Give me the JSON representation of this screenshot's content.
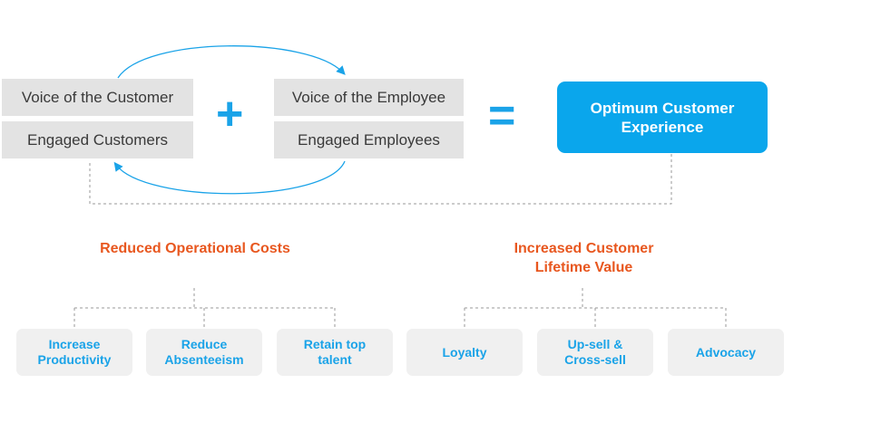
{
  "equation": {
    "left_top": "Voice of the Customer",
    "left_bottom": "Engaged Customers",
    "plus": "+",
    "right_top": "Voice of the Employee",
    "right_bottom": "Engaged Employees",
    "equals": "=",
    "result": "Optimum Customer Experience"
  },
  "outcomes": [
    {
      "heading": "Reduced Operational Costs",
      "items": [
        "Increase Productivity",
        "Reduce Absenteeism",
        "Retain top talent"
      ]
    },
    {
      "heading": "Increased Customer Lifetime Value",
      "items": [
        "Loyalty",
        "Up-sell & Cross-sell",
        "Advocacy"
      ]
    }
  ],
  "colors": {
    "accent_blue": "#0aa6ec",
    "heading_orange": "#e8571f",
    "box_grey": "#e3e3e3",
    "pill_grey": "#f0f0f0",
    "connector_grey": "#9a9a9a"
  }
}
